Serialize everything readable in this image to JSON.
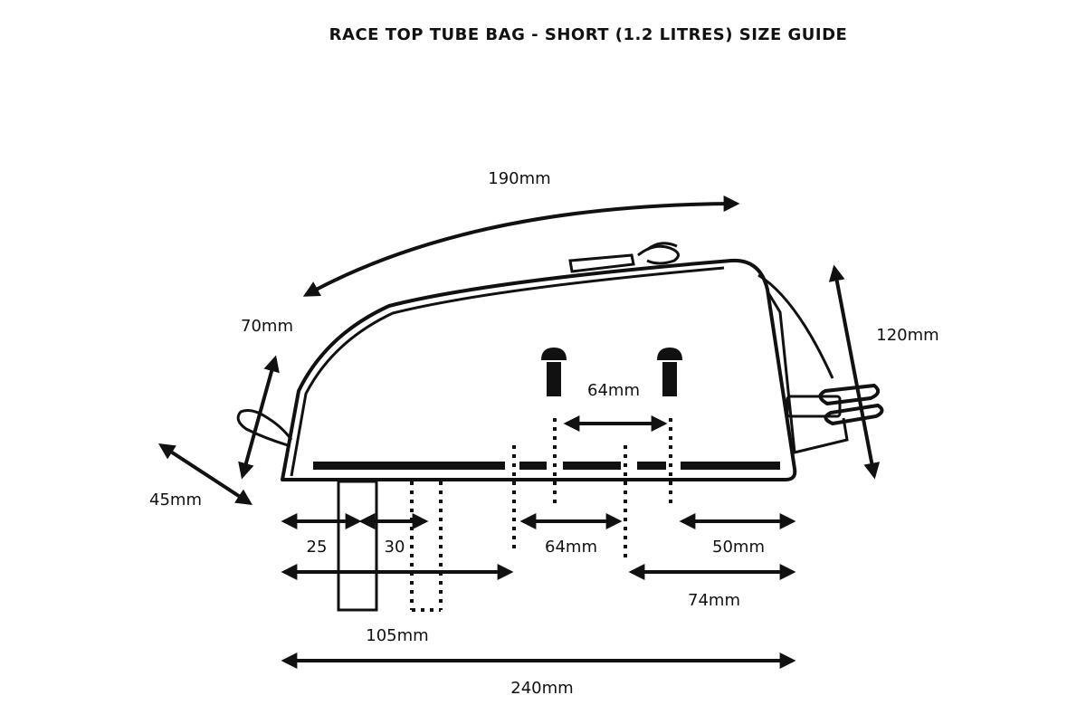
{
  "title": "RACE TOP TUBE BAG - SHORT (1.2 LITRES) SIZE GUIDE",
  "dimensions": {
    "arc_length": "190mm",
    "front_height": "70mm",
    "front_depth": "45mm",
    "rear_height": "120mm",
    "bolt_spacing": "64mm",
    "strap_offset_a": "25",
    "strap_offset_b": "30",
    "bolt_to_bolt_offset": "64mm",
    "rear_offset": "50mm",
    "front_to_bolt": "105mm",
    "bolt_to_rear": "74mm",
    "total_length": "240mm"
  },
  "colors": {
    "ink": "#111111",
    "background": "#ffffff"
  }
}
